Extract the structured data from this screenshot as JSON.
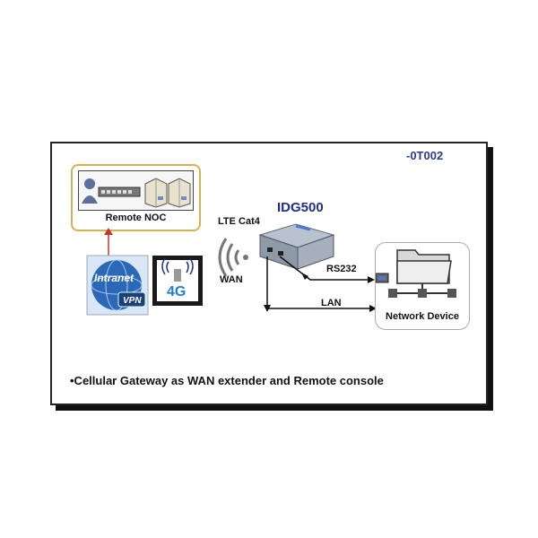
{
  "diagram": {
    "code_label": "-0T002",
    "noc_label": "Remote NOC",
    "lte_label": "LTE Cat4",
    "wan_label": "WAN",
    "device_name": "IDG500",
    "rs232_label": "RS232",
    "lan_label": "LAN",
    "network_device_label": "Network Device",
    "vpn_text": "VPN",
    "intranet_text": "Intranet",
    "badge_4g": "4G",
    "caption": "•Cellular Gateway as WAN extender and Remote console"
  },
  "colors": {
    "accent_blue": "#1d2f8a",
    "noc_border": "#d4b155",
    "arrow_red": "#c0392b"
  }
}
